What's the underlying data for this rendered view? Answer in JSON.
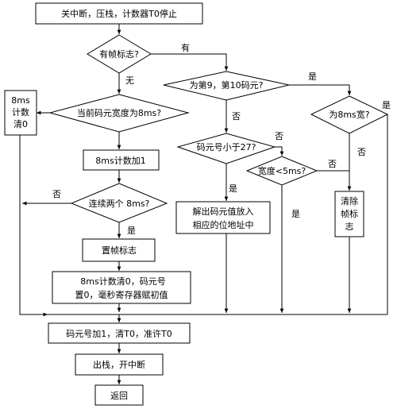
{
  "nodes": {
    "start": "关中断，压栈，计数器T0停止",
    "d_frame_flag": "有帧标志?",
    "d_width_8ms": "当前码元宽度为8ms?",
    "clear_8ms_count": [
      "8ms",
      "计数",
      "清0"
    ],
    "inc_8ms_count": "8ms计数加1",
    "d_two_8ms": "连续两个 8ms?",
    "set_frame_flag": "置帧标志",
    "reset_block": [
      "8ms计数清0，码元号",
      "置0，毫秒寄存器赋初值"
    ],
    "d_9_10": "为第9，第10码元?",
    "d_lt27": "码元号小于27?",
    "d_width_lt5": "宽度<5ms?",
    "store_block": [
      "解出码元值放入",
      "相应的位地址中"
    ],
    "d_8ms_wide": "为8ms宽?",
    "clear_flag": [
      "清除",
      "帧标",
      "志"
    ],
    "inc_symbol": "码元号加1，清T0，准许T0",
    "exit_stack": "出栈，开中断",
    "return": "返回"
  },
  "labels": {
    "yes": "是",
    "no": "否",
    "have": "有",
    "none": "无"
  }
}
